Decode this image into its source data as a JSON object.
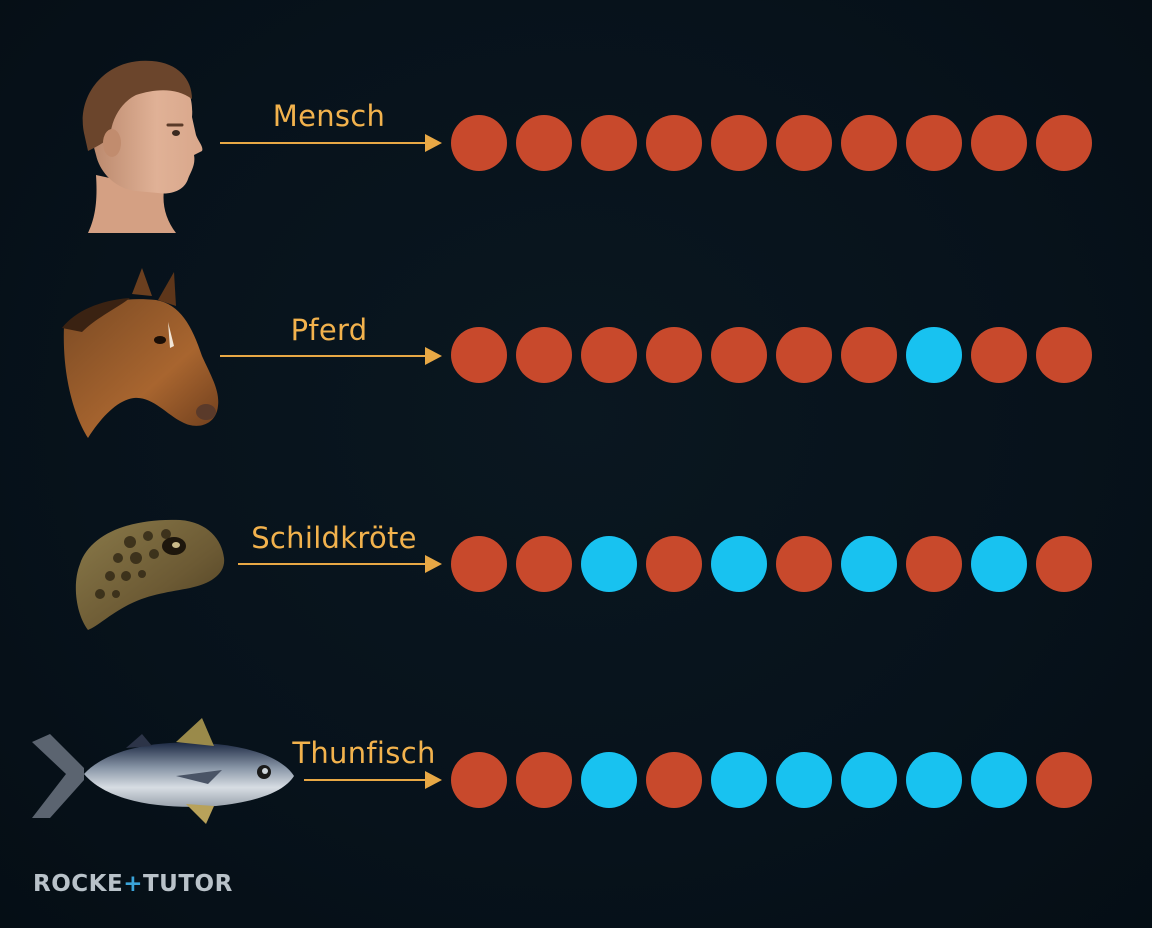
{
  "colors": {
    "red": "#c8492c",
    "blue": "#18c2f0",
    "label": "#f2b24d",
    "arrow": "#e8a845",
    "background": "#07121b"
  },
  "rows": [
    {
      "label": "Mensch",
      "icon": "human-head-icon",
      "dots": [
        "red",
        "red",
        "red",
        "red",
        "red",
        "red",
        "red",
        "red",
        "red",
        "red"
      ]
    },
    {
      "label": "Pferd",
      "icon": "horse-head-icon",
      "dots": [
        "red",
        "red",
        "red",
        "red",
        "red",
        "red",
        "red",
        "blue",
        "red",
        "red"
      ]
    },
    {
      "label": "Schildkröte",
      "icon": "turtle-head-icon",
      "dots": [
        "red",
        "red",
        "blue",
        "red",
        "blue",
        "red",
        "blue",
        "red",
        "blue",
        "red"
      ]
    },
    {
      "label": "Thunfisch",
      "icon": "tuna-fish-icon",
      "dots": [
        "red",
        "red",
        "blue",
        "red",
        "blue",
        "blue",
        "blue",
        "blue",
        "blue",
        "red"
      ]
    }
  ],
  "brand": {
    "part1": "ROCKE",
    "accent": "+",
    "part2": "TUTOR"
  }
}
